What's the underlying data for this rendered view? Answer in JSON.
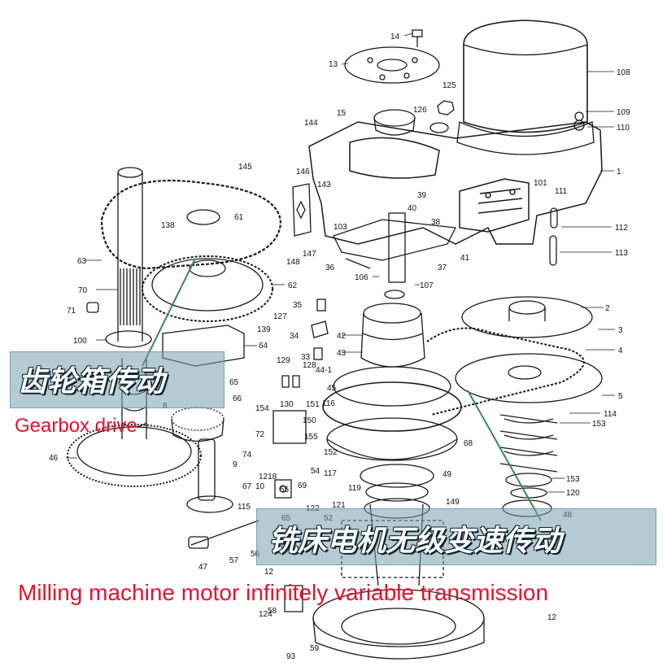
{
  "captions": {
    "gearbox_cn": "齿轮箱传动",
    "gearbox_en": "Gearbox drive",
    "motor_cn": "铣床电机无级变速传动",
    "motor_en": "Milling machine motor infinitely variable transmission"
  },
  "colors": {
    "caption_red": "#e8112d",
    "overlay_box": "#78a0af",
    "arrow_green": "#3a8a4a",
    "line_art": "#1a1a1a"
  },
  "parts": [
    "14",
    "13",
    "125",
    "108",
    "126",
    "109",
    "110",
    "15",
    "144",
    "1",
    "101",
    "111",
    "146",
    "145",
    "143",
    "39",
    "40",
    "38",
    "112",
    "138",
    "61",
    "103",
    "113",
    "63",
    "148",
    "147",
    "41",
    "36",
    "37",
    "106",
    "62",
    "107",
    "70",
    "35",
    "127",
    "2",
    "71",
    "139",
    "34",
    "42",
    "3",
    "100",
    "64",
    "43",
    "4",
    "33",
    "129",
    "128",
    "44-1",
    "45",
    "65",
    "5",
    "130",
    "151",
    "116",
    "66",
    "114",
    "154",
    "150",
    "153",
    "8",
    "72",
    "155",
    "152",
    "46",
    "74",
    "68",
    "117",
    "1218",
    "54",
    "153",
    "9",
    "67",
    "69",
    "119",
    "49",
    "120",
    "10",
    "55",
    "122",
    "121",
    "149",
    "48",
    "115",
    "65",
    "52",
    "47",
    "57",
    "56",
    "12",
    "124",
    "58",
    "59",
    "93",
    "12"
  ]
}
